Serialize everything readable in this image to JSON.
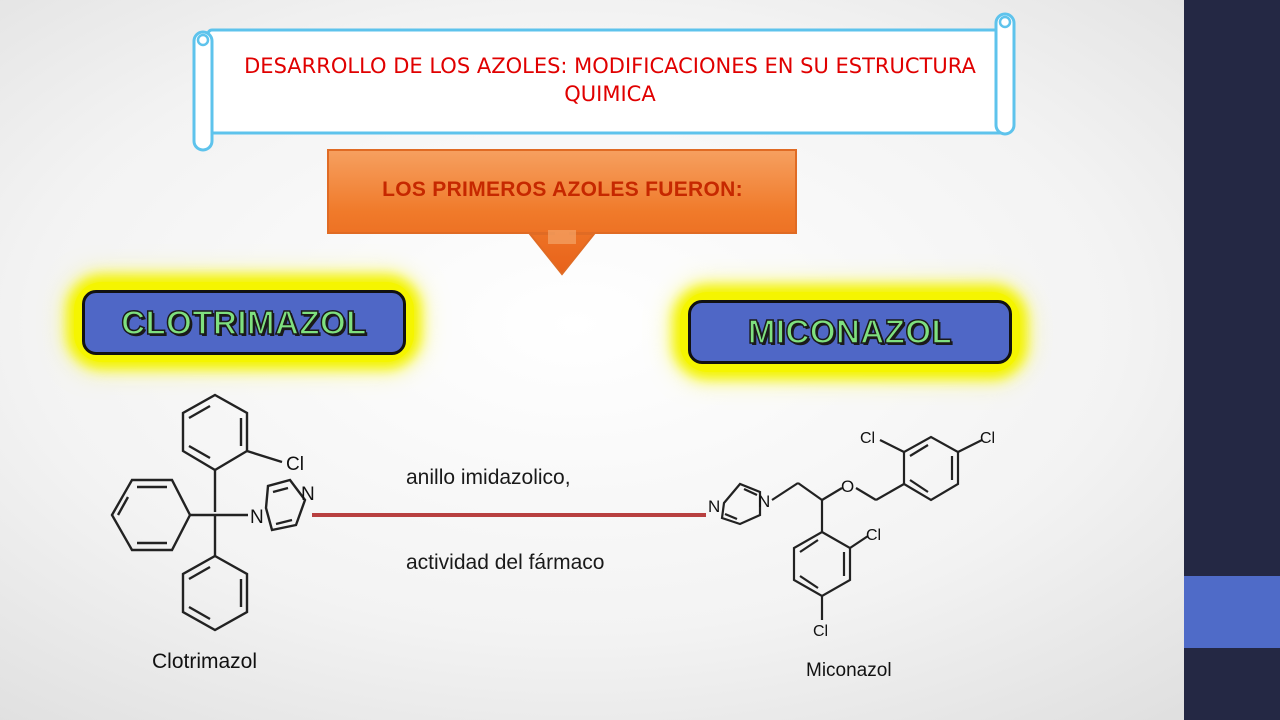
{
  "slide": {
    "title": "DESARROLLO DE LOS AZOLES: MODIFICACIONES EN SU ESTRUCTURA QUIMICA",
    "arrow_heading": "LOS PRIMEROS AZOLES FUERON:",
    "drug_left": "CLOTRIMAZOL",
    "drug_right": "MICONAZOL",
    "annotation_top": "anillo imidazolico,",
    "annotation_bottom": "actividad del fármaco"
  },
  "structures": {
    "left": {
      "caption": "Clotrimazol",
      "atom_cl": "Cl",
      "atom_n1": "N",
      "atom_n2": "N"
    },
    "right": {
      "caption": "Miconazol",
      "atom_n1": "N",
      "atom_n2": "N",
      "atom_o": "O",
      "atom_cl1": "Cl",
      "atom_cl2": "Cl",
      "atom_cl3": "Cl",
      "atom_cl4": "Cl"
    }
  },
  "colors": {
    "title_red": "#e00000",
    "arrow_orange": "#f07a2a",
    "pill_blue": "#4f67c6",
    "pill_text_green": "#7fe07f",
    "glow_yellow": "#f5f500",
    "connector_red": "#b84040",
    "sidebar_navy": "#242844",
    "sidebar_accent": "#4f6bc8"
  }
}
